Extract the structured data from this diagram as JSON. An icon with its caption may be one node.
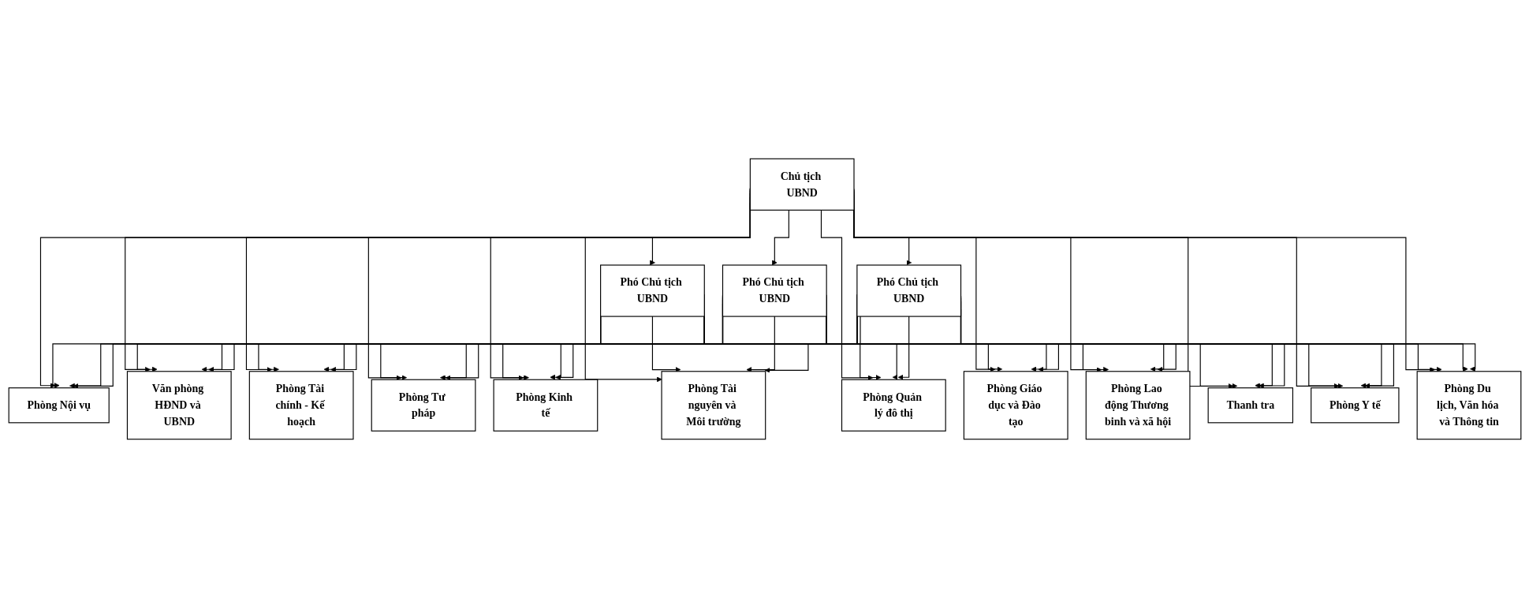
{
  "diagram": {
    "nodes": [
      {
        "text": [
          "Chủ tịch UBND"
        ]
      },
      {
        "text": [
          "Phó Chủ tịch UBND"
        ]
      },
      {
        "text": [
          "Phó Chủ tịch UBND"
        ]
      },
      {
        "text": [
          "Phó Chủ tịch UBND"
        ]
      },
      {
        "text": [
          "Phòng Nội vụ"
        ]
      },
      {
        "text": [
          "Văn phòng HĐND và UBND"
        ]
      },
      {
        "text": [
          "Phòng Tài chính - Kế hoạch"
        ]
      },
      {
        "text": [
          "Phòng Tư pháp"
        ]
      },
      {
        "text": [
          "Phòng Kinh tế"
        ]
      },
      {
        "text": [
          "Phòng Tài nguyên và Môi trường"
        ]
      },
      {
        "text": [
          "Phòng Quản lý đô thị"
        ]
      },
      {
        "text": [
          "Phòng Giáo dục và Đào tạo"
        ]
      },
      {
        "text": [
          "Phòng Lao động Thương binh và xã hội"
        ]
      },
      {
        "text": [
          "Thanh tra"
        ]
      },
      {
        "text": [
          "Phòng Y tế"
        ]
      },
      {
        "text": [
          "Phòng Du lịch, Văn hóa và Thông tin"
        ]
      }
    ],
    "edges": [
      {
        "from": 0,
        "to": 1,
        "arrow": "to"
      },
      {
        "from": 0,
        "to": 2,
        "arrow": "to"
      },
      {
        "from": 0,
        "to": 3,
        "arrow": "to"
      },
      {
        "from": 0,
        "to": 4,
        "arrow": "to"
      },
      {
        "from": 0,
        "to": 5,
        "arrow": "to"
      },
      {
        "from": 0,
        "to": 6,
        "arrow": "to"
      },
      {
        "from": 0,
        "to": 7,
        "arrow": "to"
      },
      {
        "from": 0,
        "to": 8,
        "arrow": "to"
      },
      {
        "from": 0,
        "to": 9,
        "arrow": "to"
      },
      {
        "from": 0,
        "to": 10,
        "arrow": "to"
      },
      {
        "from": 0,
        "to": 11,
        "arrow": "to"
      },
      {
        "from": 0,
        "to": 12,
        "arrow": "to"
      },
      {
        "from": 0,
        "to": 13,
        "arrow": "to"
      },
      {
        "from": 0,
        "to": 14,
        "arrow": "to"
      },
      {
        "from": 0,
        "to": 15,
        "arrow": "to"
      },
      {
        "from": 1,
        "to": 4,
        "arrow": "to"
      },
      {
        "from": 1,
        "to": 5,
        "arrow": "to"
      },
      {
        "from": 1,
        "to": 6,
        "arrow": "to"
      },
      {
        "from": 1,
        "to": 7,
        "arrow": "to"
      },
      {
        "from": 1,
        "to": 8,
        "arrow": "to"
      },
      {
        "from": 1,
        "to": 9,
        "arrow": "to"
      },
      {
        "from": 1,
        "to": 10,
        "arrow": "to"
      },
      {
        "from": 1,
        "to": 11,
        "arrow": "to"
      },
      {
        "from": 1,
        "to": 12,
        "arrow": "to"
      },
      {
        "from": 1,
        "to": 13,
        "arrow": "to"
      },
      {
        "from": 1,
        "to": 14,
        "arrow": "to"
      },
      {
        "from": 1,
        "to": 15,
        "arrow": "to"
      },
      {
        "from": 2,
        "to": 4,
        "arrow": "to"
      },
      {
        "from": 2,
        "to": 5,
        "arrow": "to"
      },
      {
        "from": 2,
        "to": 6,
        "arrow": "to"
      },
      {
        "from": 2,
        "to": 7,
        "arrow": "to"
      },
      {
        "from": 2,
        "to": 8,
        "arrow": "to"
      },
      {
        "from": 2,
        "to": 9,
        "arrow": "to"
      },
      {
        "from": 2,
        "to": 10,
        "arrow": "to"
      },
      {
        "from": 2,
        "to": 11,
        "arrow": "to"
      },
      {
        "from": 2,
        "to": 12,
        "arrow": "to"
      },
      {
        "from": 2,
        "to": 13,
        "arrow": "to"
      },
      {
        "from": 2,
        "to": 14,
        "arrow": "to"
      },
      {
        "from": 2,
        "to": 15,
        "arrow": "to"
      },
      {
        "from": 3,
        "to": 4,
        "arrow": "to"
      },
      {
        "from": 3,
        "to": 5,
        "arrow": "to"
      },
      {
        "from": 3,
        "to": 6,
        "arrow": "to"
      },
      {
        "from": 3,
        "to": 7,
        "arrow": "to"
      },
      {
        "from": 3,
        "to": 8,
        "arrow": "to"
      },
      {
        "from": 3,
        "to": 9,
        "arrow": "to"
      },
      {
        "from": 3,
        "to": 10,
        "arrow": "to"
      },
      {
        "from": 3,
        "to": 11,
        "arrow": "to"
      },
      {
        "from": 3,
        "to": 12,
        "arrow": "to"
      },
      {
        "from": 3,
        "to": 13,
        "arrow": "to"
      },
      {
        "from": 3,
        "to": 14,
        "arrow": "to"
      },
      {
        "from": 3,
        "to": 15,
        "arrow": "to"
      }
    ]
  }
}
